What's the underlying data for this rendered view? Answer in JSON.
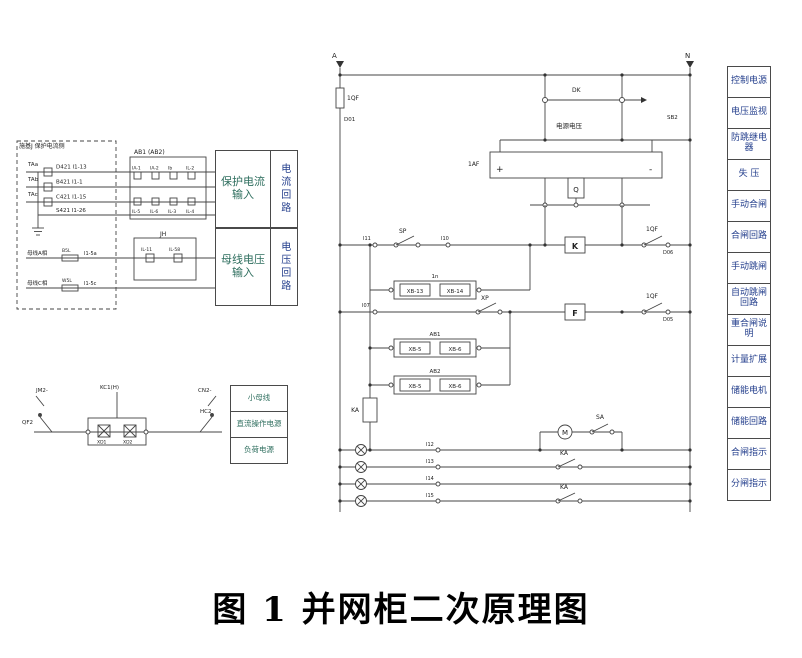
{
  "caption": "图 1 并网柜二次原理图",
  "left": {
    "header": "施基J 保护电流侧",
    "ct": [
      {
        "label": "TAa",
        "tag": "D421 I1-13"
      },
      {
        "label": "TAb",
        "tag": "B421 I1-1"
      },
      {
        "label": "TAc",
        "tag": "C421 I1-15"
      }
    ],
    "ct_extra": "S421 I1-26",
    "ab_title": "AB1 (AB2)",
    "ab_r1": [
      "IA-1",
      "IA-2",
      "Ib",
      "IL-2"
    ],
    "ab_r2": [
      "IL-5",
      "IL-6",
      "IL-3",
      "IL-4"
    ],
    "jh_title": "JH",
    "jh_cells": [
      "IL-11",
      "IL-58"
    ],
    "pt": [
      {
        "label": "母线A相",
        "fuse": "B5L",
        "tag": "I1-5a"
      },
      {
        "label": "母线C相",
        "fuse": "W5L",
        "tag": "I1-5c"
      }
    ],
    "io": [
      {
        "input": "保护电流输入",
        "loop": "电流回路"
      },
      {
        "input": "母线电压输入",
        "loop": "电压回路"
      }
    ]
  },
  "lower_left": {
    "jm": "JM2-",
    "kc": "KC1(H)",
    "gn": "CN2-",
    "sw_left": "QF2",
    "sw_right": "HC2",
    "cells": [
      "XD1",
      "XD2"
    ],
    "legend": [
      "小母线",
      "直流操作电源",
      "负荷电源"
    ]
  },
  "main": {
    "bus_a": "A",
    "bus_n": "N",
    "fuse": "1QF",
    "d01": "D01",
    "sb2": "SB2",
    "dk": "DK",
    "power_label": "电源电压",
    "af": "1AF",
    "plus": "+",
    "minus": "-",
    "q": "Q",
    "row1": {
      "n1": "I11",
      "sw": "SP",
      "n2": "I10",
      "box": "K",
      "qf": "1QF",
      "d": "D06"
    },
    "row2": {
      "n1": "I07",
      "sw": "XP",
      "box": "F",
      "qf": "1QF",
      "d": "D05"
    },
    "branches": [
      {
        "tag": "1n",
        "c1": "XB-13",
        "c2": "XB-14"
      },
      {
        "tag": "AB1",
        "c1": "XB-5",
        "c2": "XB-6"
      },
      {
        "tag": "AB2",
        "c1": "XB-5",
        "c2": "XB-6"
      }
    ],
    "ka": "KA",
    "motor": "M",
    "sa": "SA",
    "nodes": [
      "I12",
      "I13",
      "I14",
      "I15"
    ],
    "ka_contacts": [
      "KA",
      "KA"
    ]
  },
  "right_panel": {
    "items": [
      "控制电源",
      "电压监视",
      "防跳继电器",
      "失 压",
      "手动合闸",
      "合闸回路",
      "手动跳闸",
      "自动跳闸回路",
      "重合闸说明",
      "计量扩展",
      "储能电机",
      "储能回路",
      "合闸指示",
      "分闸指示"
    ]
  },
  "colors": {
    "teal": "#2e6e5e",
    "blue": "#233e8c"
  }
}
